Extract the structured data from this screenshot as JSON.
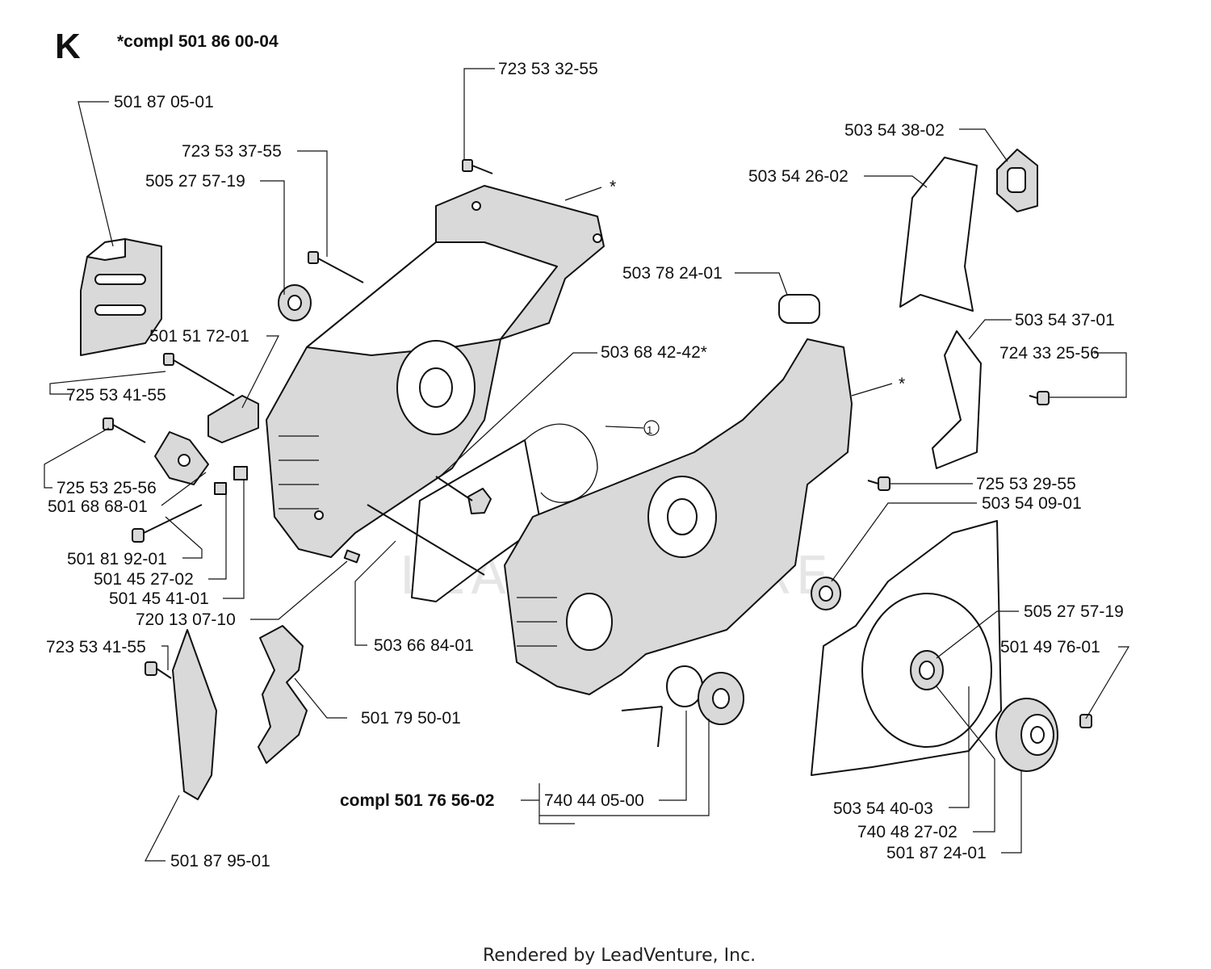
{
  "header": {
    "section_letter": "K",
    "assembly_note": "*compl 501 86 00-04"
  },
  "watermark": "LEADVENTURE",
  "footer": {
    "rendered_by": "Rendered by LeadVenture, Inc."
  },
  "callout_circle": "1",
  "star_marks": [
    "*",
    "*"
  ],
  "labels": {
    "p_723533255": "723 53 32-55",
    "p_501870501": "501 87 05-01",
    "p_723533755": "723 53 37-55",
    "p_505275719a": "505 27 57-19",
    "p_503543802": "503 54 38-02",
    "p_503542602": "503 54 26-02",
    "p_503782401": "503 78 24-01",
    "p_503543701": "503 54 37-01",
    "p_724332556": "724 33 25-56",
    "p_501517201": "501 51 72-01",
    "p_503684242": "503 68 42-42*",
    "p_725534155": "725 53 41-55",
    "p_725532955": "725 53 29-55",
    "p_503540901": "503 54 09-01",
    "p_725532556": "725 53 25-56",
    "p_501686801": "501 68 68-01",
    "p_501819201": "501 81 92-01",
    "p_501452702": "501 45 27-02",
    "p_501454101": "501 45 41-01",
    "p_720130710": "720 13 07-10",
    "p_505275719b": "505 27 57-19",
    "p_501497601": "501 49 76-01",
    "p_723534155": "723 53 41-55",
    "p_503668401": "503 66 84-01",
    "p_501795001": "501 79 50-01",
    "p_compl501765602": "compl 501 76 56-02",
    "p_740440500": "740 44 05-00",
    "p_503544003": "503 54 40-03",
    "p_740482702": "740 48 27-02",
    "p_501872401": "501 87 24-01",
    "p_501879501": "501 87 95-01"
  }
}
